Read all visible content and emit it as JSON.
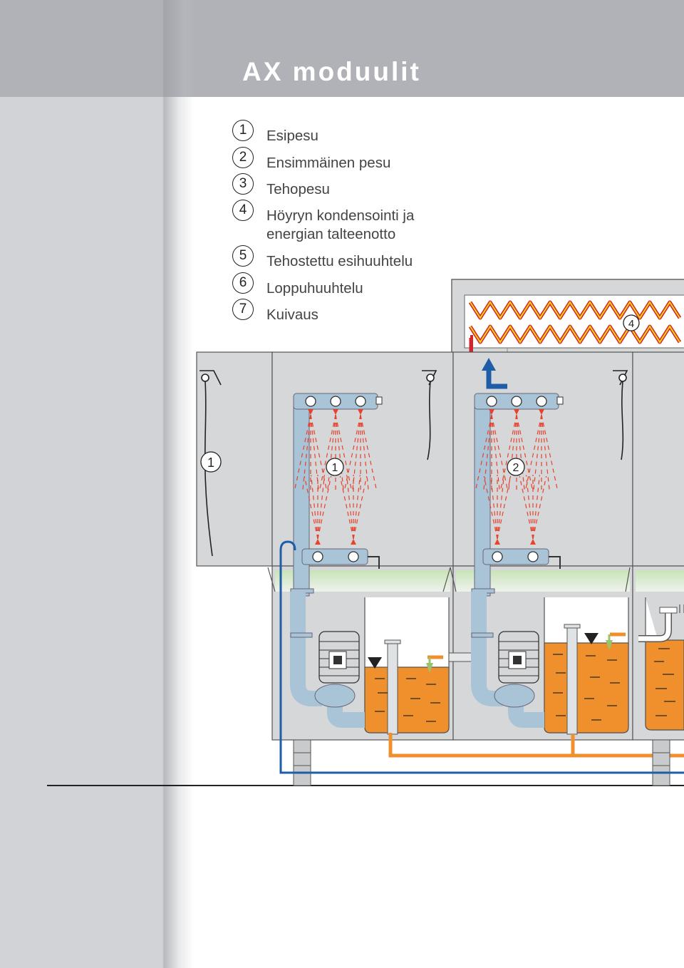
{
  "title": "AX moduulit",
  "legend": [
    {
      "num": "1",
      "label": "Esipesu"
    },
    {
      "num": "2",
      "label": "Ensimmäinen pesu"
    },
    {
      "num": "3",
      "label": "Tehopesu"
    },
    {
      "num": "4",
      "label": "Höyryn kondensointi ja\nenergian talteenotto"
    },
    {
      "num": "5",
      "label": "Tehostettu esihuuhtelu"
    },
    {
      "num": "6",
      "label": "Loppuhuuhtelu"
    },
    {
      "num": "7",
      "label": "Kuivaus"
    }
  ],
  "diagram_markers": {
    "entry": "1",
    "module1": "1",
    "module2": "2",
    "condenser": "4"
  },
  "colors": {
    "header": "#b1b2b7",
    "machine": "#d6d7d9",
    "pipe_blue": "#a9c4d6",
    "water": "#f0902d",
    "spray": "#e8412c",
    "return_pipe": "#1e5ea8",
    "coil_red": "#d2252b",
    "coil_yellow": "#f7d11a"
  }
}
